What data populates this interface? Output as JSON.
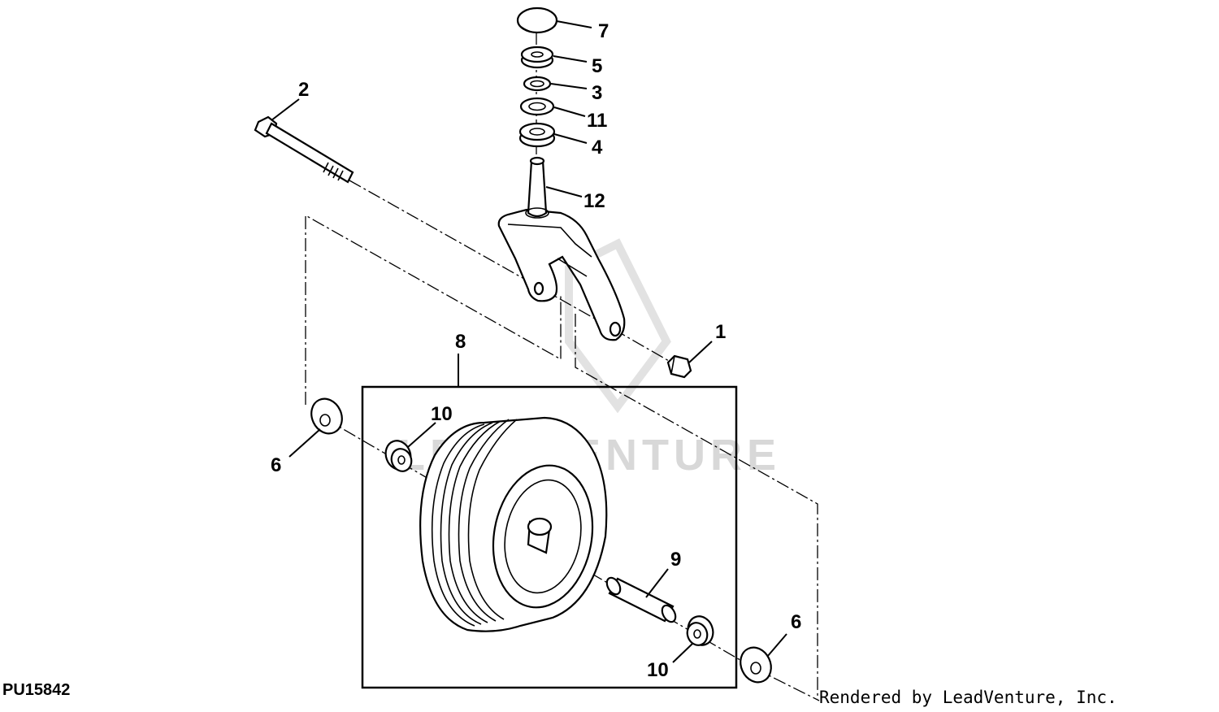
{
  "diagram": {
    "figure_code": "PU15842",
    "credit": "Rendered by LeadVenture, Inc.",
    "watermark": "LEADVENTURE",
    "callouts": [
      {
        "id": "7",
        "text": "7"
      },
      {
        "id": "5",
        "text": "5"
      },
      {
        "id": "3",
        "text": "3"
      },
      {
        "id": "11",
        "text": "11"
      },
      {
        "id": "4",
        "text": "4"
      },
      {
        "id": "12",
        "text": "12"
      },
      {
        "id": "2",
        "text": "2"
      },
      {
        "id": "1",
        "text": "1"
      },
      {
        "id": "8",
        "text": "8"
      },
      {
        "id": "10a",
        "text": "10"
      },
      {
        "id": "6a",
        "text": "6"
      },
      {
        "id": "9",
        "text": "9"
      },
      {
        "id": "6b",
        "text": "6"
      },
      {
        "id": "10b",
        "text": "10"
      }
    ]
  }
}
